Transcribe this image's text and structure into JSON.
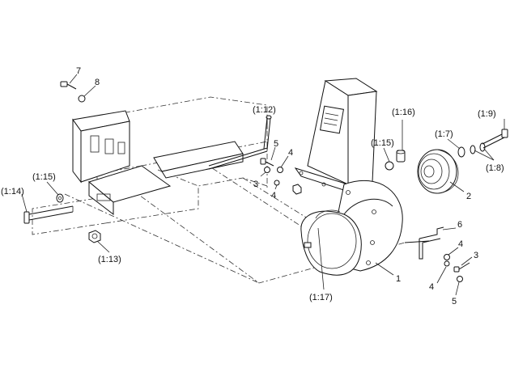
{
  "callouts": [
    {
      "id": "c7",
      "text": "7"
    },
    {
      "id": "c8",
      "text": "8"
    },
    {
      "id": "c1_12",
      "text": "(1:12)"
    },
    {
      "id": "c1_16",
      "text": "(1:16)"
    },
    {
      "id": "c1_9",
      "text": "(1:9)"
    },
    {
      "id": "c5a",
      "text": "5"
    },
    {
      "id": "c4a",
      "text": "4"
    },
    {
      "id": "c3a",
      "text": "3"
    },
    {
      "id": "c4b",
      "text": "4"
    },
    {
      "id": "c1_15a",
      "text": "(1:15)"
    },
    {
      "id": "c1_7",
      "text": "(1:7)"
    },
    {
      "id": "c1_8",
      "text": "(1:8)"
    },
    {
      "id": "c1_15b",
      "text": "(1:15)"
    },
    {
      "id": "c1_14",
      "text": "(1:14)"
    },
    {
      "id": "c2",
      "text": "2"
    },
    {
      "id": "c6",
      "text": "6"
    },
    {
      "id": "c4c",
      "text": "4"
    },
    {
      "id": "c3b",
      "text": "3"
    },
    {
      "id": "c1_13",
      "text": "(1:13)"
    },
    {
      "id": "c1",
      "text": "1"
    },
    {
      "id": "c4d",
      "text": "4"
    },
    {
      "id": "c5b",
      "text": "5"
    },
    {
      "id": "c1_17",
      "text": "(1:17)"
    }
  ]
}
